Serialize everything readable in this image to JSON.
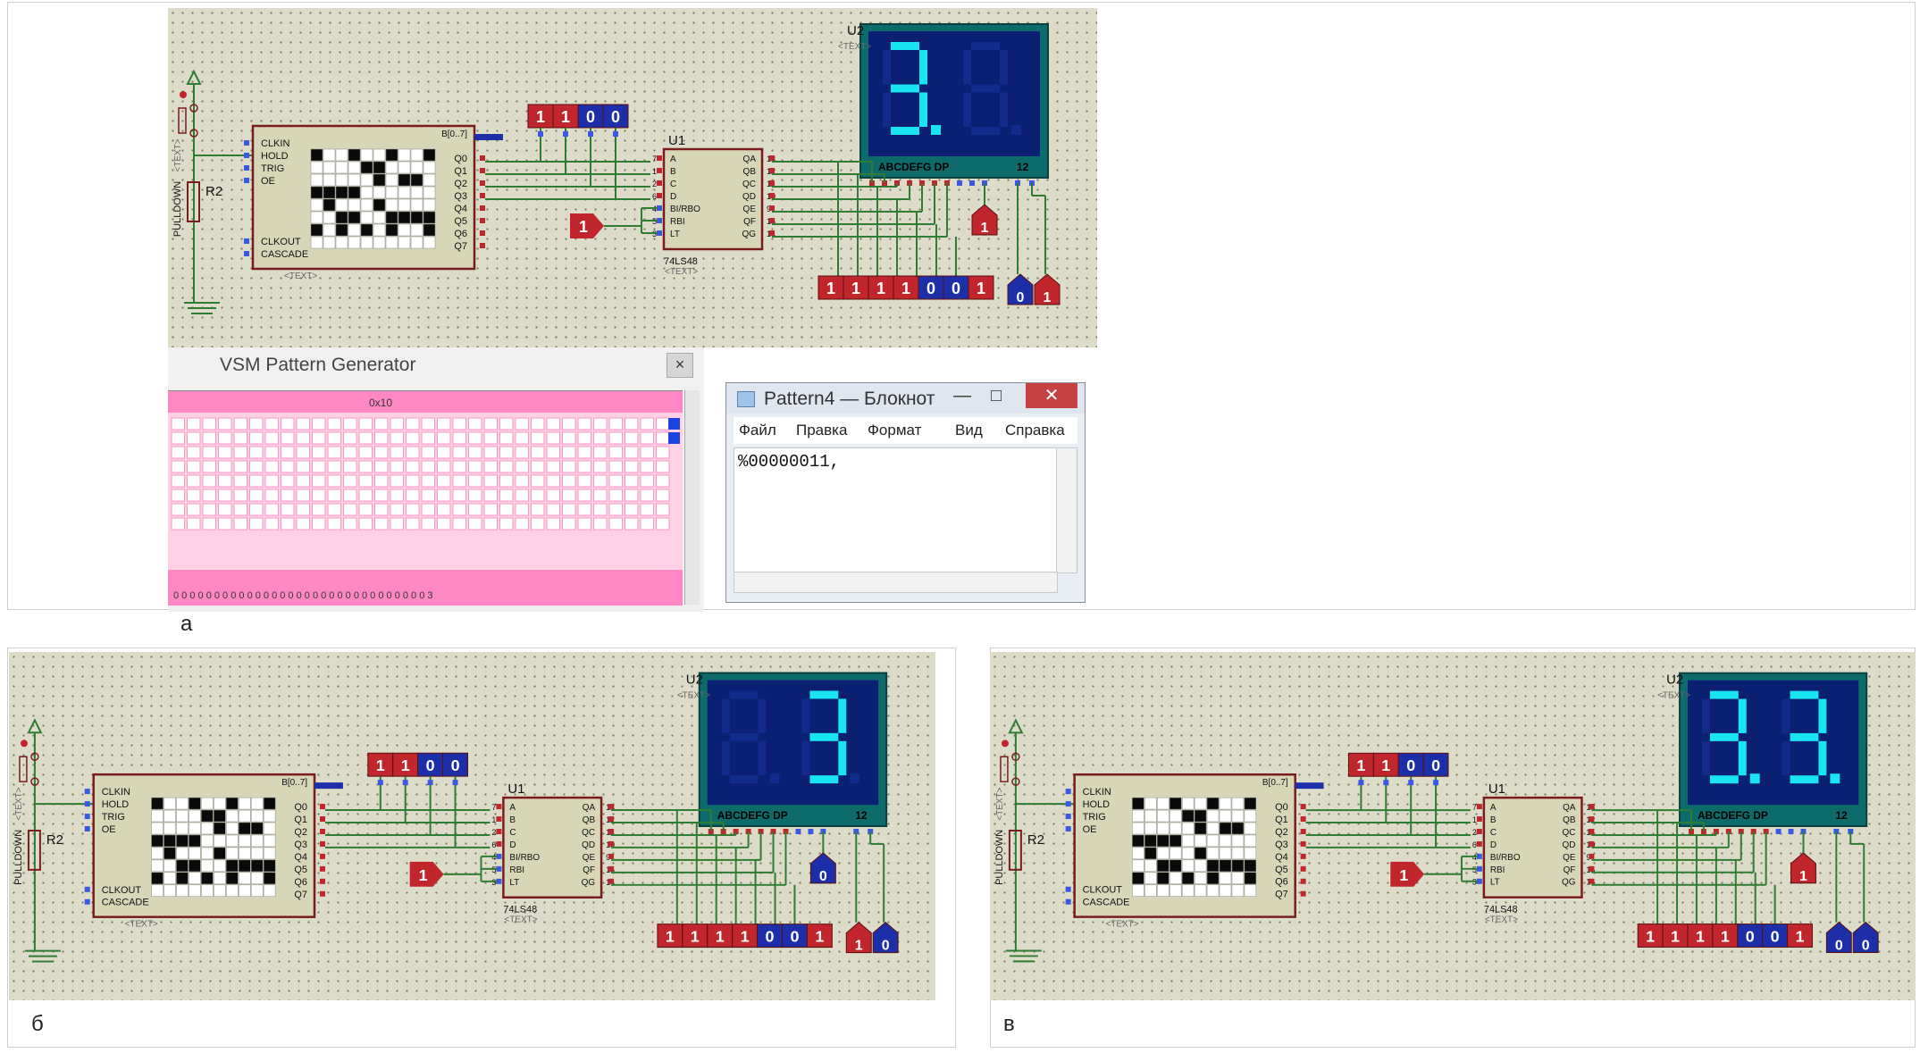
{
  "captions": {
    "a": "а",
    "b": "б",
    "c": "в"
  },
  "schematic": {
    "r_label": "R2",
    "pulldown": "PULLDOWN",
    "text_tag": "<TEXT>",
    "u1_name": "U1",
    "u1_part": "74LS48",
    "u2_name": "U2",
    "display_labels": "ABCDEFG  DP",
    "display_digits": "12",
    "pg_pins_left": [
      "CLKIN",
      "HOLD",
      "TRIG",
      "OE"
    ],
    "pg_pins_left_bottom": [
      "CLKOUT",
      "CASCADE"
    ],
    "pg_bus": "B[0..7]",
    "pg_pins_right": [
      "Q0",
      "Q1",
      "Q2",
      "Q3",
      "Q4",
      "Q5",
      "Q6",
      "Q7"
    ],
    "u1_pins_left": [
      "A",
      "B",
      "C",
      "D",
      "BI/RBO",
      "RBI",
      "LT"
    ],
    "u1_pins_left_num": [
      "7",
      "1",
      "2",
      "6",
      "4",
      "5",
      "3"
    ],
    "u1_pins_right": [
      "QA",
      "QB",
      "QC",
      "QD",
      "QE",
      "QF",
      "QG"
    ],
    "u1_pins_right_num": [
      "13",
      "12",
      "11",
      "10",
      "9",
      "15",
      "14"
    ],
    "logic_1": "1",
    "logic_0": "0"
  },
  "screens": {
    "a": {
      "input_states": [
        "1",
        "1",
        "0",
        "0"
      ],
      "output_states": [
        "1",
        "1",
        "1",
        "1",
        "0",
        "0",
        "1"
      ],
      "digit_left": "3.",
      "digit_right": "",
      "probe_a": "1",
      "probe_b": [
        "0",
        "1"
      ]
    },
    "b": {
      "input_states": [
        "1",
        "1",
        "0",
        "0"
      ],
      "output_states": [
        "1",
        "1",
        "1",
        "1",
        "0",
        "0",
        "1"
      ],
      "digit_left": "",
      "digit_right": "3",
      "probe_a": "0",
      "probe_b": [
        "1",
        "0"
      ]
    },
    "c": {
      "input_states": [
        "1",
        "1",
        "0",
        "0"
      ],
      "output_states": [
        "1",
        "1",
        "1",
        "1",
        "0",
        "0",
        "1"
      ],
      "digit_left": "3.",
      "digit_right": "3.",
      "probe_a": "1",
      "probe_b": [
        "0",
        "0"
      ]
    }
  },
  "pattern_generator": {
    "title": "VSM Pattern Generator",
    "close": "×",
    "column_label": "0x10",
    "bottom_digits": "00000000000000000000000000000003"
  },
  "notepad": {
    "title": "Pattern4 — Блокнот",
    "minimize": "—",
    "maximize": "□",
    "close": "✕",
    "menu": [
      "Файл",
      "Правка",
      "Формат",
      "Вид",
      "Справка"
    ],
    "content": "%00000011,"
  },
  "colors": {
    "wire": "#2e7d32",
    "chip_fill": "#d7d7b8",
    "chip_border": "#7a1c1c",
    "logic_high": "#c0262c",
    "logic_low": "#1d2fa8",
    "display_bg": "#0b1f73",
    "display_frame": "#0e6b6b",
    "segment_on": "#19e4f2",
    "segment_off": "#122a8a",
    "pg_pink": "#ff88c4"
  }
}
